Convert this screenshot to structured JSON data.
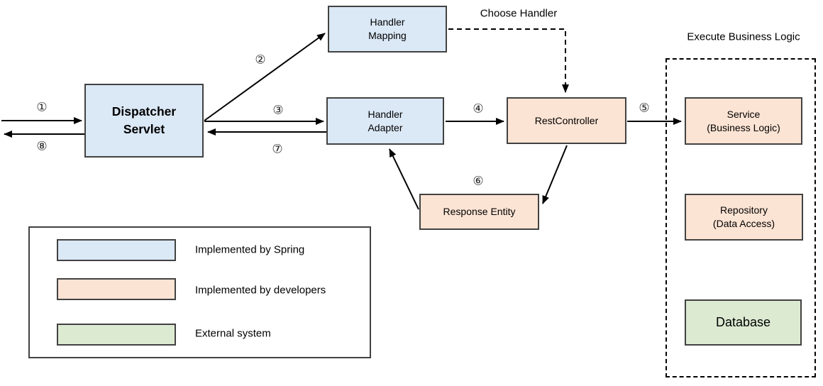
{
  "nodes": {
    "dispatcher_servlet": {
      "line1": "Dispatcher",
      "line2": "Servlet"
    },
    "handler_mapping": {
      "line1": "Handler",
      "line2": "Mapping"
    },
    "handler_adapter": {
      "line1": "Handler",
      "line2": "Adapter"
    },
    "rest_controller": {
      "line1": "RestController"
    },
    "response_entity": {
      "line1": "Response Entity"
    },
    "service": {
      "line1": "Service",
      "line2": "(Business Logic)"
    },
    "repository": {
      "line1": "Repository",
      "line2": "(Data Access)"
    },
    "database": {
      "line1": "Database"
    }
  },
  "annotations": {
    "choose_handler": "Choose Handler",
    "execute_business_logic": "Execute Business Logic"
  },
  "steps": {
    "s1": "①",
    "s2": "②",
    "s3": "③",
    "s4": "④",
    "s5": "⑤",
    "s6": "⑥",
    "s7": "⑦",
    "s8": "⑧"
  },
  "legend": {
    "items": [
      {
        "label": "Implemented by Spring",
        "color": "#dbe8f6"
      },
      {
        "label": "Implemented by developers",
        "color": "#fce4d4"
      },
      {
        "label": "External system",
        "color": "#dcead2"
      }
    ]
  },
  "colors": {
    "spring": "#dbe8f6",
    "developers": "#fce4d4",
    "external": "#dcead2",
    "box_border": "#424242",
    "arrow": "#000000"
  }
}
